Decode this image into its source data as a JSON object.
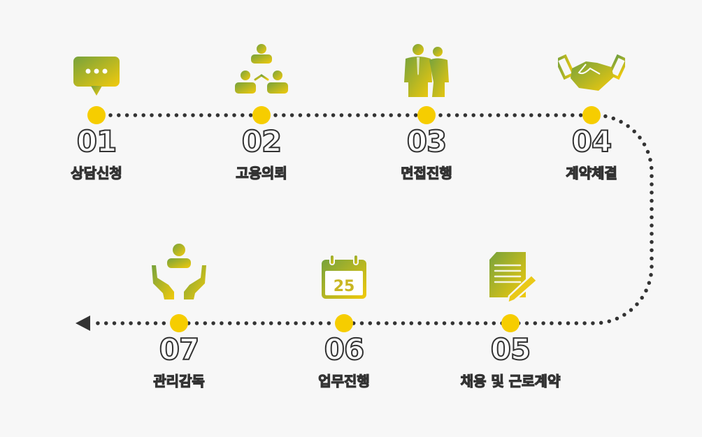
{
  "colors": {
    "node": "#f6cd00",
    "gradient_start": "#76a23c",
    "gradient_end": "#f2ca0c",
    "path": "#333333"
  },
  "steps": [
    {
      "number": "01",
      "label": "상담신청",
      "icon": "chat-bubble-icon"
    },
    {
      "number": "02",
      "label": "고용의뢰",
      "icon": "people-network-icon"
    },
    {
      "number": "03",
      "label": "면접진행",
      "icon": "businessmen-icon"
    },
    {
      "number": "04",
      "label": "계약체결",
      "icon": "handshake-icon"
    },
    {
      "number": "05",
      "label": "채용 및 근로계약",
      "icon": "document-pen-icon"
    },
    {
      "number": "06",
      "label": "업무진행",
      "icon": "calendar-icon",
      "icon_text": "25"
    },
    {
      "number": "07",
      "label": "관리감독",
      "icon": "hands-person-icon"
    }
  ]
}
